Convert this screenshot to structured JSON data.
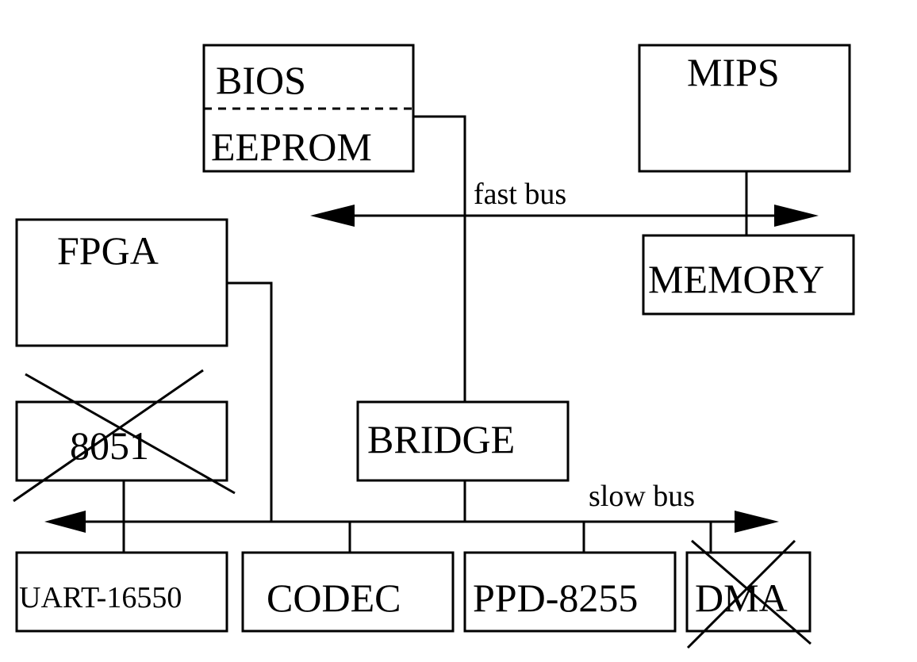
{
  "diagram": {
    "colors": {
      "stroke": "#000000",
      "background": "#ffffff"
    },
    "blocks": {
      "bios": "BIOS",
      "eeprom": "EEPROM",
      "mips": "MIPS",
      "memory": "MEMORY",
      "fpga": "FPGA",
      "i8051": "8051",
      "bridge": "BRIDGE",
      "uart": "UART-16550",
      "codec": "CODEC",
      "ppd": "PPD-8255",
      "dma": "DMA"
    },
    "buses": {
      "fast": "fast bus",
      "slow": "slow bus"
    },
    "crossed_out": [
      "8051",
      "DMA"
    ]
  }
}
